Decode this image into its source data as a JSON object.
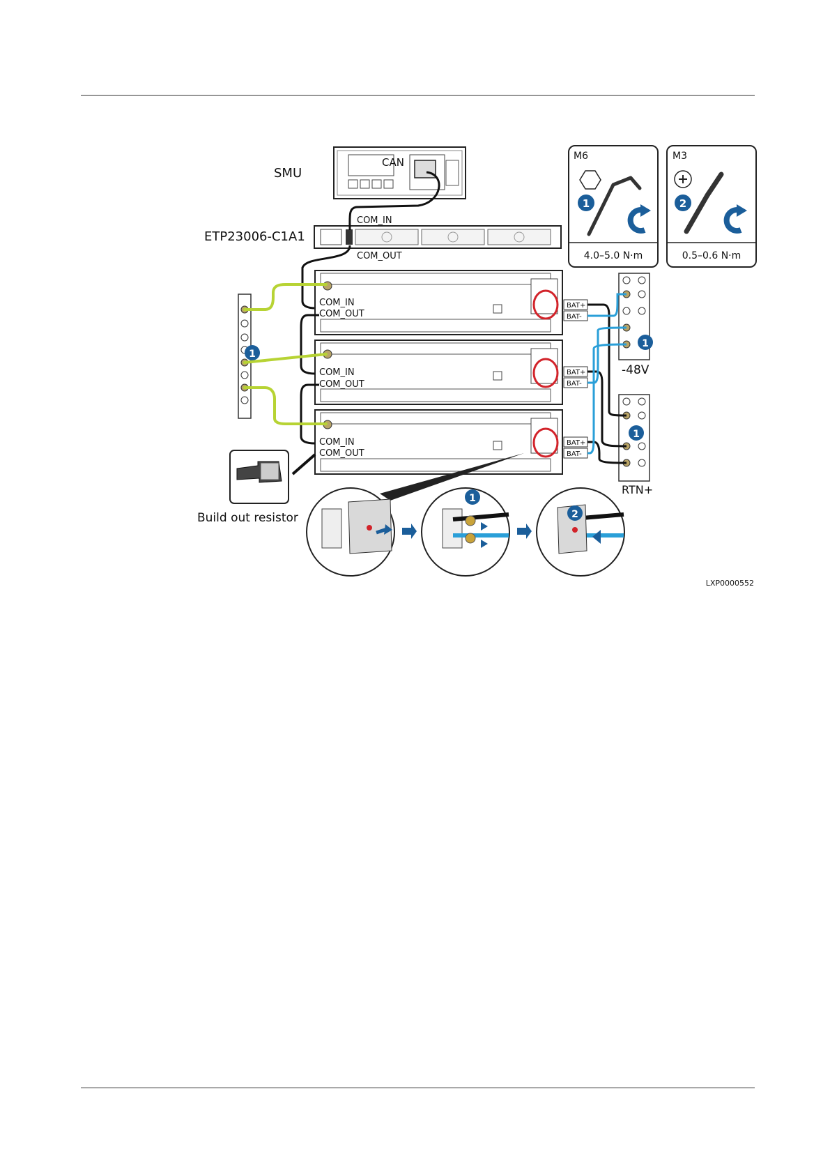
{
  "labels": {
    "smu": "SMU",
    "can": "CAN",
    "etp": "ETP23006-C1A1",
    "com_in_top": "COM_IN",
    "com_out_top": "COM_OUT",
    "bat1_com_in": "COM_IN",
    "bat1_com_out": "COM_OUT",
    "bat2_com_in": "COM_IN",
    "bat2_com_out": "COM_OUT",
    "bat3_com_in": "COM_IN",
    "bat3_com_out": "COM_OUT",
    "bat1_pos": "BAT+",
    "bat1_neg": "BAT-",
    "bat2_pos": "BAT+",
    "bat2_neg": "BAT-",
    "bat3_pos": "BAT+",
    "bat3_neg": "BAT-",
    "minus48v": "-48V",
    "rtn": "RTN+",
    "build_out_resistor": "Build out resistor",
    "figure_id": "LXP0000552"
  },
  "tools": [
    {
      "name": "M6",
      "step": "1",
      "torque": "4.0–5.0 N·m"
    },
    {
      "name": "M3",
      "step": "2",
      "torque": "0.5–0.6 N·m"
    }
  ],
  "steps": {
    "ground": "1",
    "minus48v": "1",
    "rtn": "1",
    "detail_a": "1",
    "detail_b": "2"
  },
  "colors": {
    "ground_cable": "#b7d334",
    "power_cable": "#2a9fd8",
    "step_badge": "#1b5e9a",
    "highlight": "#d2232a"
  }
}
